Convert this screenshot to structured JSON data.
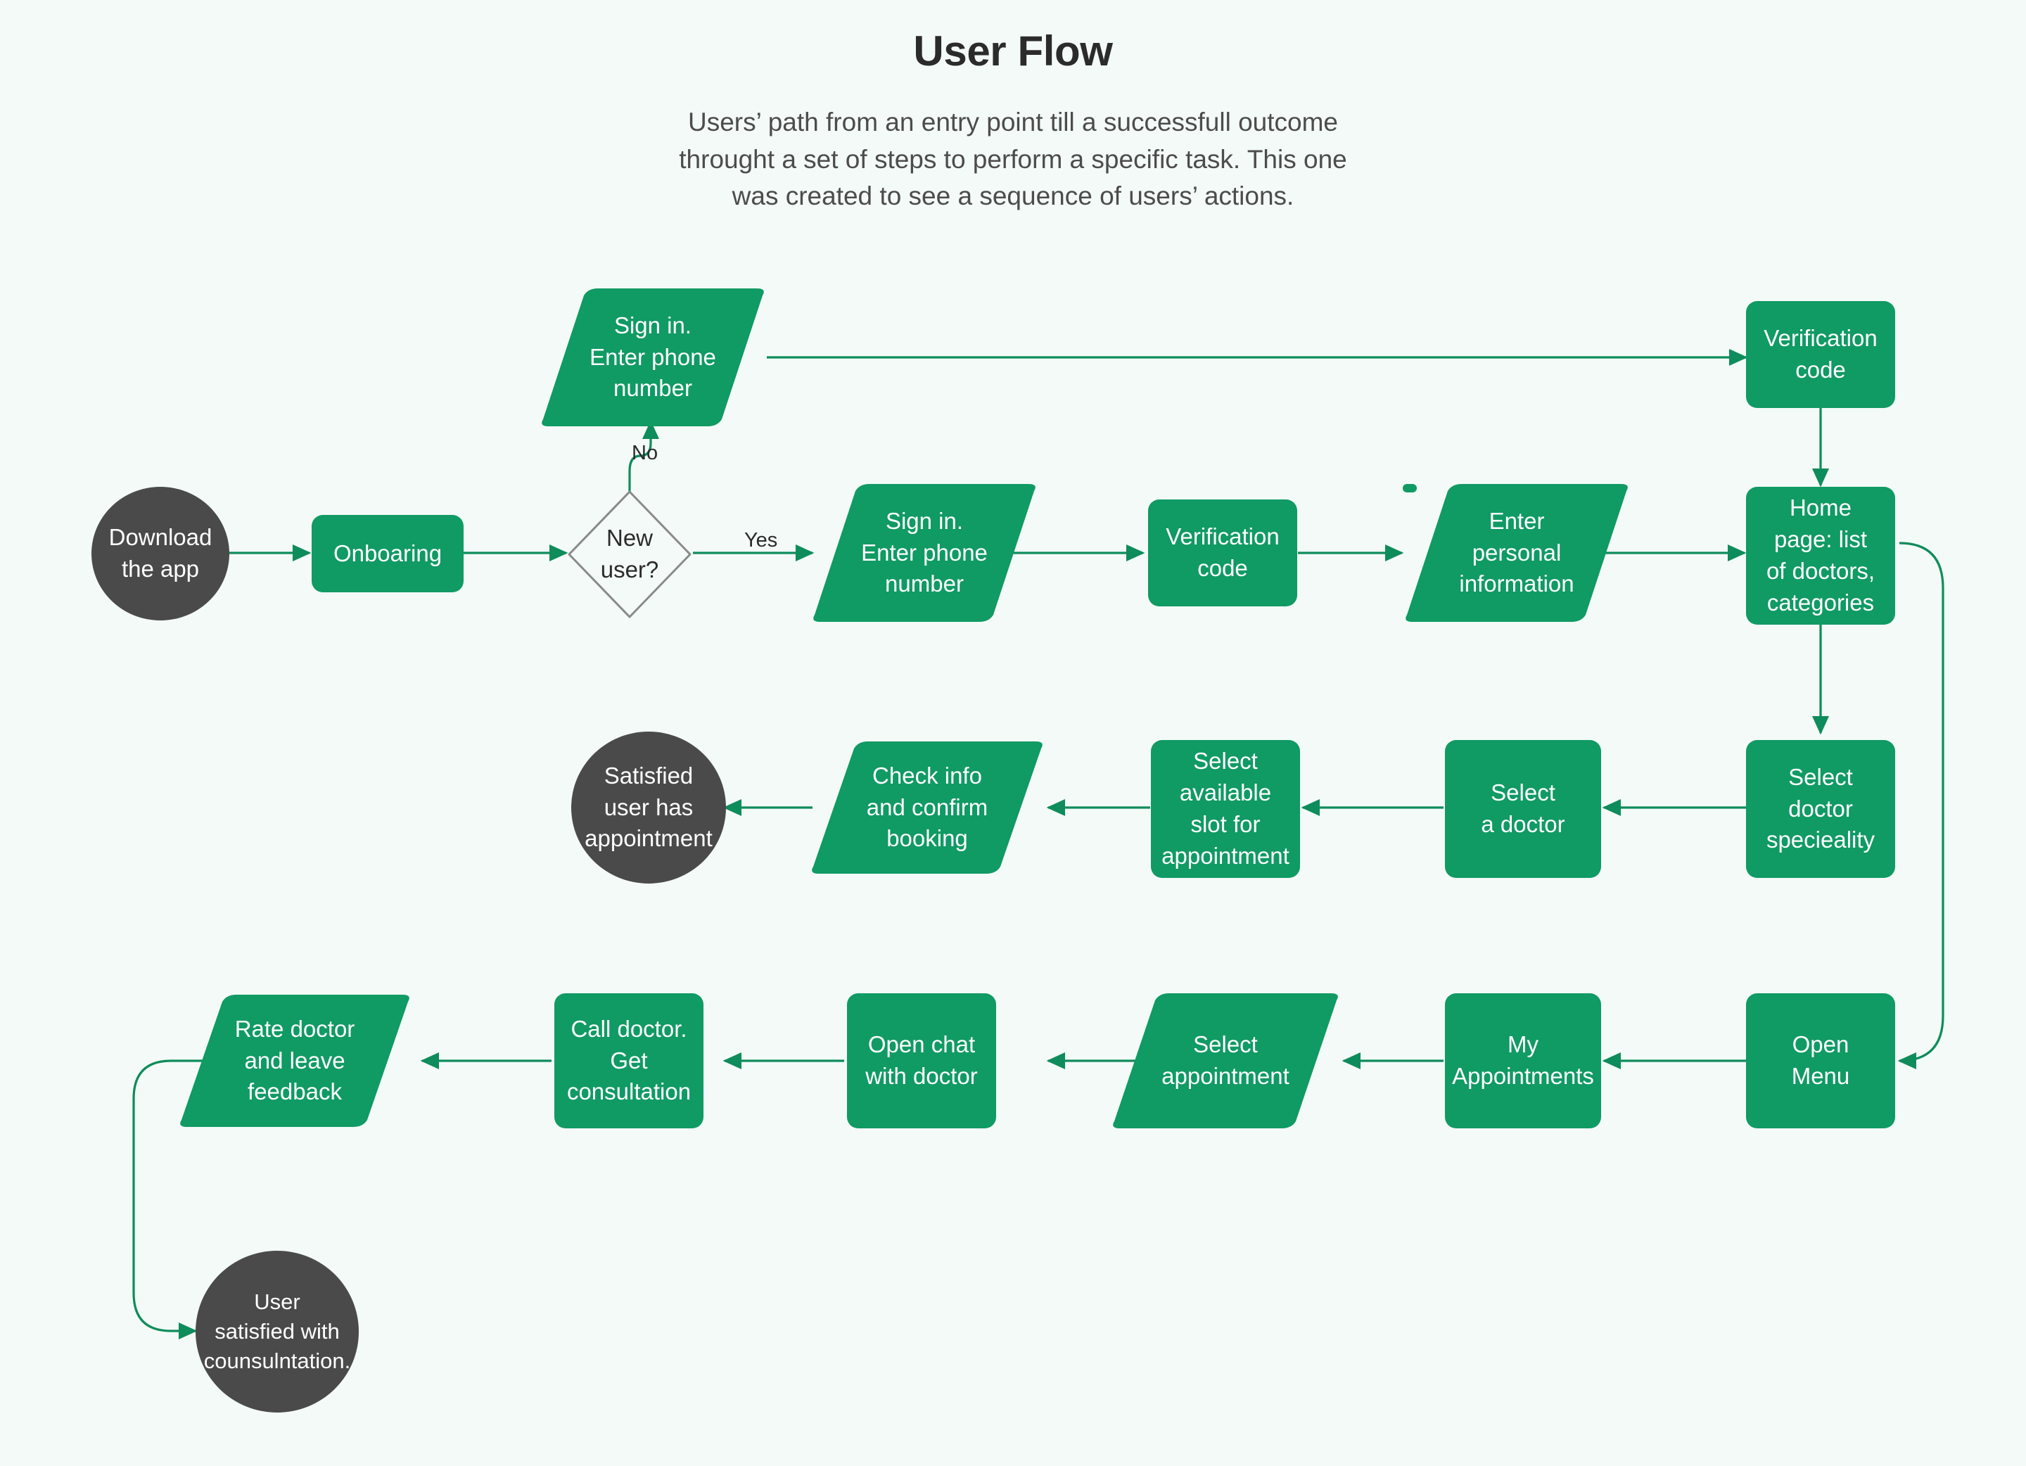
{
  "header": {
    "title": "User Flow",
    "subtitle": "Users’ path from an entry point till a successfull outcome throught a set of steps to perform a specific task. This one was created to see a sequence of users’ actions."
  },
  "theme": {
    "background": "#f3faf7",
    "process_fill": "#109a64",
    "terminal_fill": "#4a4a4a",
    "connector": "#0e8c5b",
    "decision_stroke": "#8a8a8a",
    "node_text": "#ffffff",
    "label_text": "#2b2b2b"
  },
  "chart_data": {
    "type": "diagram",
    "title": "User Flow",
    "nodes": [
      {
        "id": "download-the-app",
        "label": "Download\nthe app",
        "shape": "circle",
        "role": "terminal",
        "row": 1
      },
      {
        "id": "onboaring",
        "label": "Onboaring",
        "shape": "rect",
        "role": "process",
        "row": 1
      },
      {
        "id": "new-user",
        "label": "New\nuser?",
        "shape": "diamond",
        "role": "decision",
        "row": 1
      },
      {
        "id": "sign-in-enter-phone-number-no",
        "label": "Sign in.\nEnter phone\nnumber",
        "shape": "parallelogram",
        "role": "input",
        "row": 0
      },
      {
        "id": "verification-code-no",
        "label": "Verification\ncode",
        "shape": "rect",
        "role": "process",
        "row": 0
      },
      {
        "id": "sign-in-enter-phone-number-yes",
        "label": "Sign in.\nEnter phone\nnumber",
        "shape": "parallelogram",
        "role": "input",
        "row": 1
      },
      {
        "id": "verification-code-yes",
        "label": "Verification\ncode",
        "shape": "rect",
        "role": "process",
        "row": 1
      },
      {
        "id": "enter-personal-information",
        "label": "Enter\npersonal\ninformation",
        "shape": "parallelogram",
        "role": "input",
        "row": 1
      },
      {
        "id": "home-page",
        "label": "Home\npage: list\nof doctors,\ncategories",
        "shape": "rect",
        "role": "process",
        "row": 1
      },
      {
        "id": "select-doctor-specieality",
        "label": "Select\ndoctor\nspecieality",
        "shape": "rect",
        "role": "process",
        "row": 2
      },
      {
        "id": "select-a-doctor",
        "label": "Select\na doctor",
        "shape": "rect",
        "role": "process",
        "row": 2
      },
      {
        "id": "select-available-slot",
        "label": "Select\navailable\nslot for\nappointment",
        "shape": "rect",
        "role": "process",
        "row": 2
      },
      {
        "id": "check-info-and-confirm-booking",
        "label": "Check info\nand confirm\nbooking",
        "shape": "parallelogram",
        "role": "input",
        "row": 2
      },
      {
        "id": "satisfied-user-has-appointment",
        "label": "Satisfied\nuser has\nappointment",
        "shape": "circle",
        "role": "terminal",
        "row": 2
      },
      {
        "id": "open-menu",
        "label": "Open\nMenu",
        "shape": "rect",
        "role": "process",
        "row": 3
      },
      {
        "id": "my-appointments",
        "label": "My\nAppointments",
        "shape": "rect",
        "role": "process",
        "row": 3
      },
      {
        "id": "select-appointment",
        "label": "Select\nappointment",
        "shape": "parallelogram",
        "role": "input",
        "row": 3
      },
      {
        "id": "open-chat-with-doctor",
        "label": "Open chat\nwith doctor",
        "shape": "rect",
        "role": "process",
        "row": 3
      },
      {
        "id": "call-doctor-get-consultation",
        "label": "Call doctor.\nGet\nconsultation",
        "shape": "rect",
        "role": "process",
        "row": 3
      },
      {
        "id": "rate-doctor-and-leave-feedback",
        "label": "Rate doctor\nand leave\nfeedback",
        "shape": "parallelogram",
        "role": "input",
        "row": 3
      },
      {
        "id": "user-satisfied-with-counsulntation",
        "label": "User\nsatisfied with\ncounsulntation.",
        "shape": "circle",
        "role": "terminal",
        "row": 4
      }
    ],
    "edges": [
      {
        "from": "download-the-app",
        "to": "onboaring",
        "label": ""
      },
      {
        "from": "onboaring",
        "to": "new-user",
        "label": ""
      },
      {
        "from": "new-user",
        "to": "sign-in-enter-phone-number-no",
        "label": "No"
      },
      {
        "from": "sign-in-enter-phone-number-no",
        "to": "verification-code-no",
        "label": ""
      },
      {
        "from": "verification-code-no",
        "to": "home-page",
        "label": ""
      },
      {
        "from": "new-user",
        "to": "sign-in-enter-phone-number-yes",
        "label": "Yes"
      },
      {
        "from": "sign-in-enter-phone-number-yes",
        "to": "verification-code-yes",
        "label": ""
      },
      {
        "from": "verification-code-yes",
        "to": "enter-personal-information",
        "label": ""
      },
      {
        "from": "enter-personal-information",
        "to": "home-page",
        "label": ""
      },
      {
        "from": "home-page",
        "to": "select-doctor-specieality",
        "label": ""
      },
      {
        "from": "select-doctor-specieality",
        "to": "select-a-doctor",
        "label": ""
      },
      {
        "from": "select-a-doctor",
        "to": "select-available-slot",
        "label": ""
      },
      {
        "from": "select-available-slot",
        "to": "check-info-and-confirm-booking",
        "label": ""
      },
      {
        "from": "check-info-and-confirm-booking",
        "to": "satisfied-user-has-appointment",
        "label": ""
      },
      {
        "from": "home-page",
        "to": "open-menu",
        "label": ""
      },
      {
        "from": "open-menu",
        "to": "my-appointments",
        "label": ""
      },
      {
        "from": "my-appointments",
        "to": "select-appointment",
        "label": ""
      },
      {
        "from": "select-appointment",
        "to": "open-chat-with-doctor",
        "label": ""
      },
      {
        "from": "open-chat-with-doctor",
        "to": "call-doctor-get-consultation",
        "label": ""
      },
      {
        "from": "call-doctor-get-consultation",
        "to": "rate-doctor-and-leave-feedback",
        "label": ""
      },
      {
        "from": "rate-doctor-and-leave-feedback",
        "to": "user-satisfied-with-counsulntation",
        "label": ""
      }
    ],
    "edge_labels": [
      "No",
      "Yes"
    ]
  }
}
